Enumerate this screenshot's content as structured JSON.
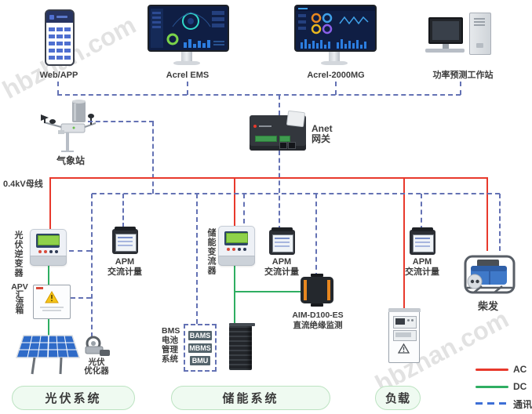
{
  "watermark": "hbzhan.com",
  "top_row": {
    "web_app_label": "Web/APP",
    "ems_label": "Acrel EMS",
    "mg_label": "Acrel-2000MG",
    "workstation_label": "功率预测工作站"
  },
  "gateway_label": "Anet\n网关",
  "weather_label": "气象站",
  "busbar_label": "0.4kV母线",
  "apm_label": "APM\n交流计量",
  "pv": {
    "inverter_label": "光伏逆变器",
    "combiner_label": "APV\n汇\n流\n箱",
    "optimizer_label": "光伏\n优化器",
    "system_label": "光伏系统"
  },
  "ess": {
    "pcs_label": "储能变流器",
    "aim_label": "AIM-D100-ES\n直流绝缘监测",
    "bms_label": "BMS\n电池\n管理\n系统",
    "bms_units": [
      "BAMS",
      "MBMS",
      "BMU"
    ],
    "system_label": "储能系统"
  },
  "load": {
    "system_label": "负载"
  },
  "genset_label": "柴发",
  "legend": {
    "ac": "AC",
    "dc": "DC",
    "comm": "通讯"
  },
  "colors": {
    "ac": "#e8392c",
    "dc": "#2fae62",
    "comm_line": "#6472b4",
    "comm_legend": "#3e6fd6"
  }
}
